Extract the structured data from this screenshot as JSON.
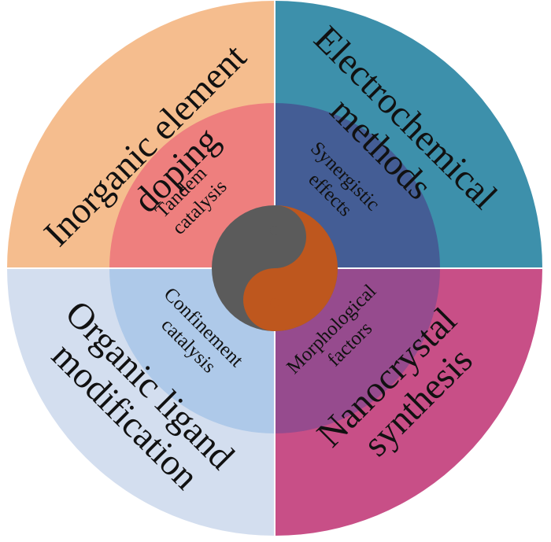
{
  "colors": {
    "outer_top_left": "#f5bd8e",
    "outer_top_right": "#3d90ab",
    "outer_bottom_left": "#d3deef",
    "outer_bottom_right": "#c84f87",
    "inner_top_left": "#ee7f7e",
    "inner_top_right": "#445d95",
    "inner_bottom_left": "#aec9e9",
    "inner_bottom_right": "#964b8e",
    "yin": "#5b5b5b",
    "yang": "#be571e",
    "divider": "#ffffff"
  },
  "outer_ring": {
    "top_left": {
      "lines": [
        "Inorganic element",
        "doping"
      ]
    },
    "top_right": {
      "lines": [
        "Electrochemical",
        "methods"
      ]
    },
    "bottom_left": {
      "lines": [
        "Organic ligand",
        "modification"
      ]
    },
    "bottom_right": {
      "lines": [
        "Nanocrystal",
        "synthesis"
      ]
    }
  },
  "inner_ring": {
    "top_left": {
      "lines": [
        "Tandem",
        "catalysis"
      ]
    },
    "top_right": {
      "lines": [
        "Synergistic",
        "effects"
      ]
    },
    "bottom_left": {
      "lines": [
        "Confinement",
        "catalysis"
      ]
    },
    "bottom_right": {
      "lines": [
        "Morphological",
        "factors"
      ]
    }
  },
  "center_icon": "yin-yang-icon"
}
